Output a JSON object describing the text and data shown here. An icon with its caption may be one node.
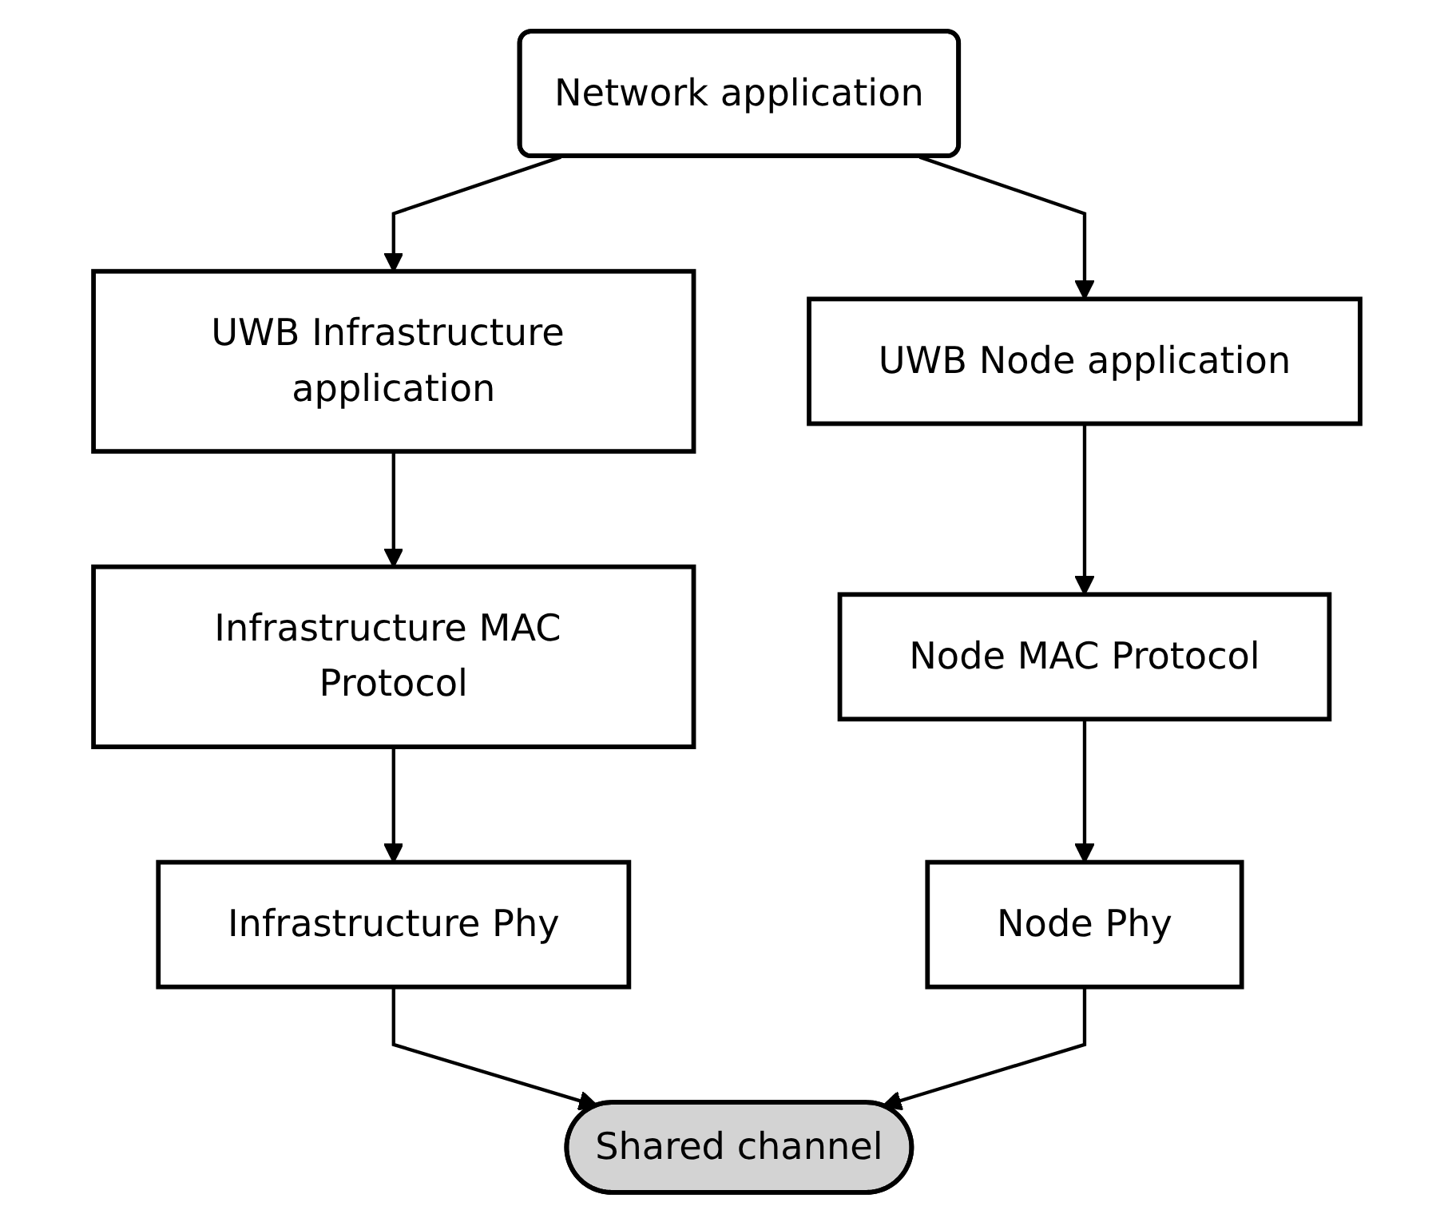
{
  "diagram": {
    "nodes": [
      {
        "text": [
          "Network application"
        ]
      },
      {
        "text": [
          "UWB Infrastructure application"
        ]
      },
      {
        "text": [
          "UWB Node application"
        ]
      },
      {
        "text": [
          "Infrastructure MAC Protocol"
        ]
      },
      {
        "text": [
          "Node MAC Protocol"
        ]
      },
      {
        "text": [
          "Infrastructure Phy"
        ]
      },
      {
        "text": [
          "Node Phy"
        ]
      },
      {
        "text": [
          "Shared channel"
        ]
      }
    ],
    "edges": [
      {
        "from": 0,
        "to": 1,
        "arrow": "to"
      },
      {
        "from": 0,
        "to": 2,
        "arrow": "to"
      },
      {
        "from": 1,
        "to": 3,
        "arrow": "to"
      },
      {
        "from": 2,
        "to": 4,
        "arrow": "to"
      },
      {
        "from": 3,
        "to": 5,
        "arrow": "to"
      },
      {
        "from": 4,
        "to": 6,
        "arrow": "to"
      },
      {
        "from": 5,
        "to": 7,
        "arrow": "to"
      },
      {
        "from": 6,
        "to": 7,
        "arrow": "to"
      }
    ]
  }
}
